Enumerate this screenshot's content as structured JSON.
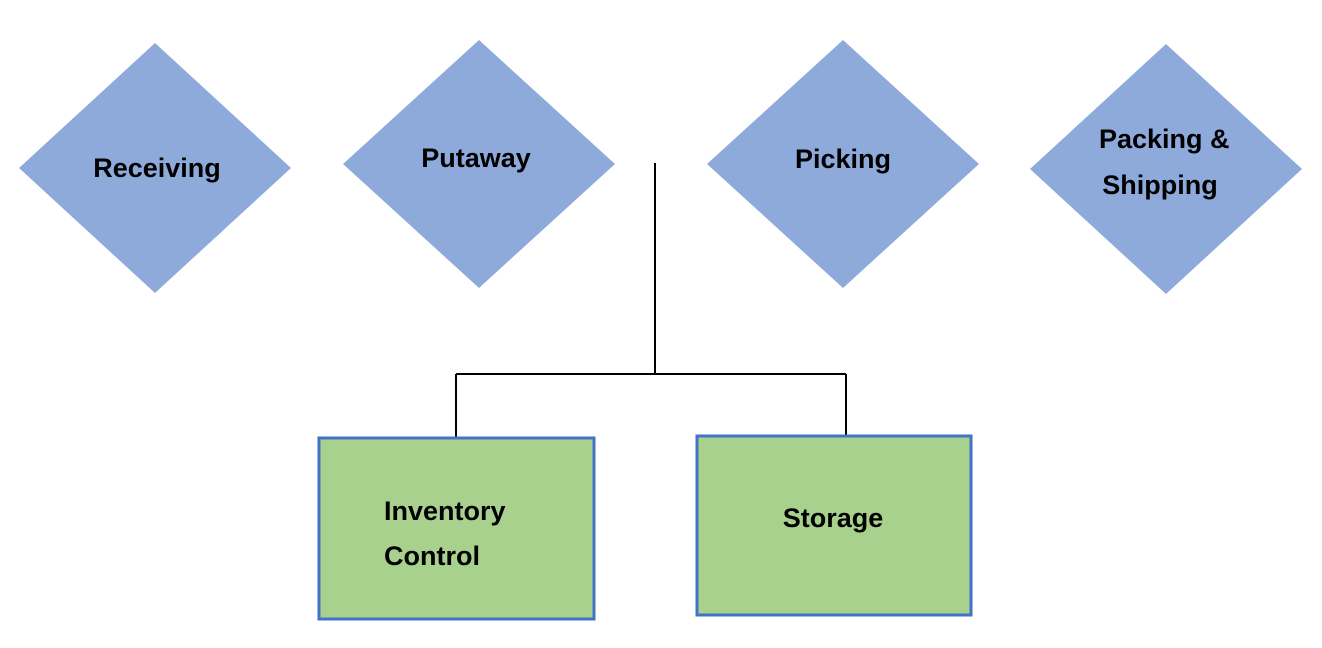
{
  "diagram": {
    "stages": [
      {
        "id": "receiving",
        "lines": [
          "Receiving"
        ]
      },
      {
        "id": "putaway",
        "lines": [
          "Putaway"
        ]
      },
      {
        "id": "picking",
        "lines": [
          "Picking"
        ]
      },
      {
        "id": "packing-shipping",
        "lines": [
          "Packing &",
          "Shipping"
        ]
      }
    ],
    "sub_functions": [
      {
        "id": "inventory-control",
        "lines": [
          "Inventory",
          "Control"
        ]
      },
      {
        "id": "storage",
        "lines": [
          "Storage"
        ]
      }
    ],
    "colors": {
      "stage_fill": "#8eaadb",
      "box_fill": "#a9d18e",
      "box_border": "#4472c4",
      "connector": "#000000"
    }
  }
}
